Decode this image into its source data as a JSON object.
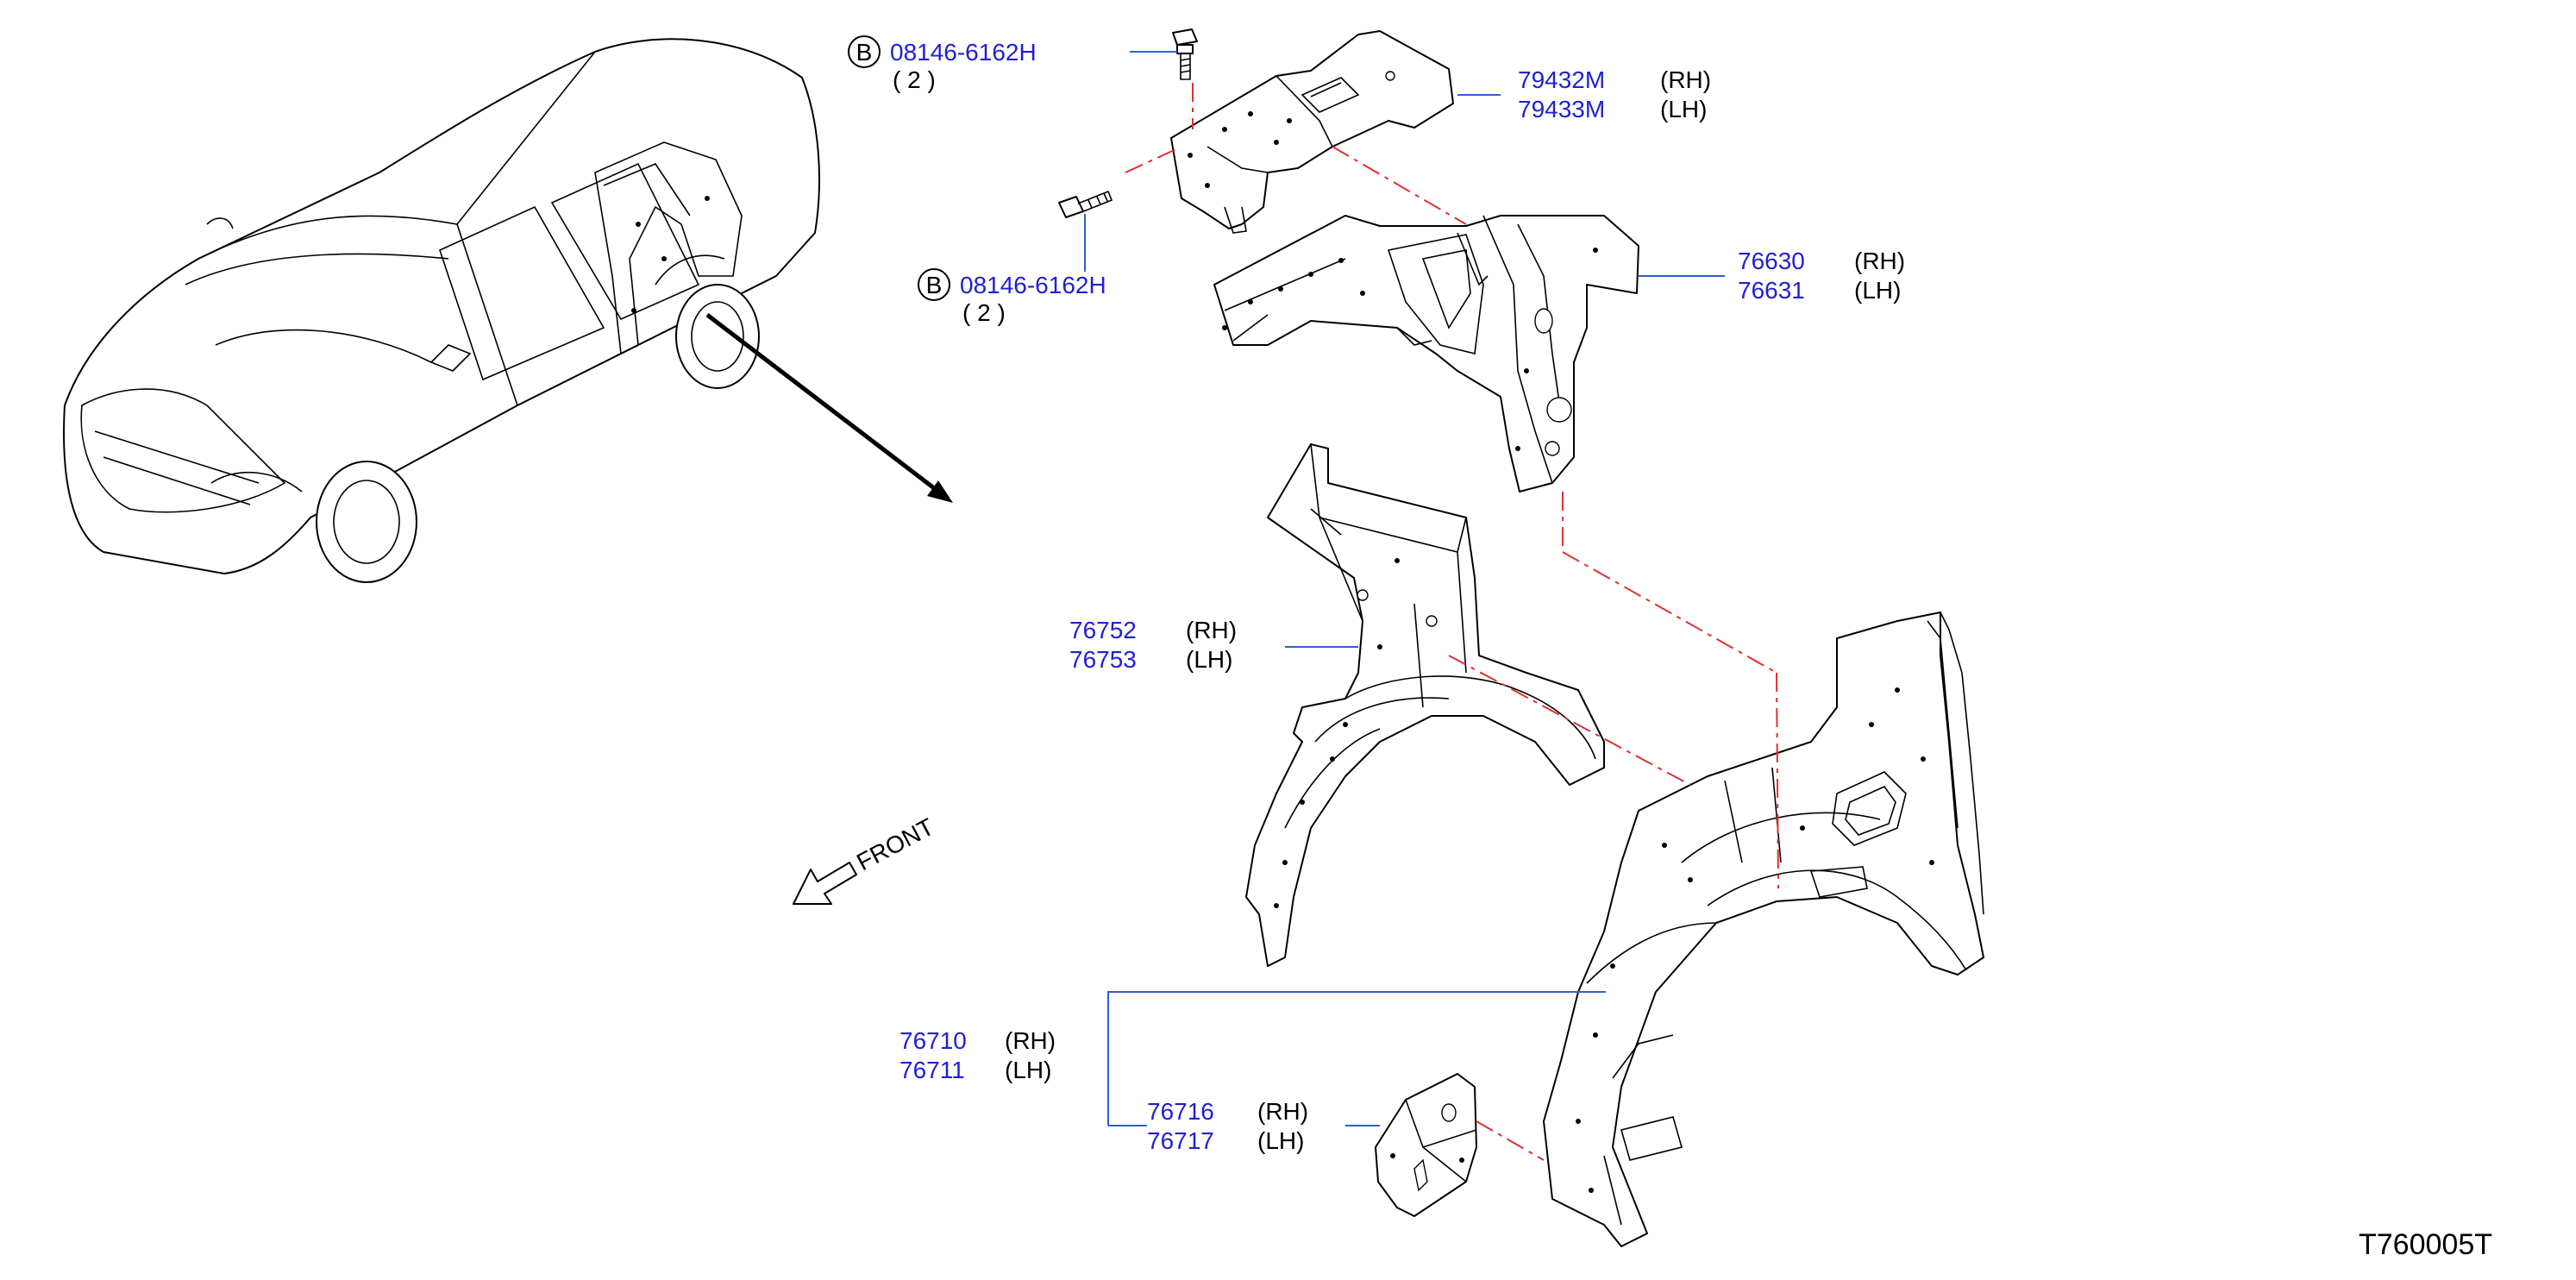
{
  "colors": {
    "part_number": "#1f1fd6",
    "leader_line": "#2f5fd0",
    "alignment_line": "#e03030",
    "outline": "#000000"
  },
  "callouts": [
    {
      "id": "bolt-top",
      "badge": "B",
      "part": "08146-6162H",
      "qty": "( 2 )"
    },
    {
      "id": "bolt-mid",
      "badge": "B",
      "part": "08146-6162H",
      "qty": "( 2 )"
    },
    {
      "id": "bracket",
      "rh": "79432M",
      "rh_side": "(RH)",
      "lh": "79433M",
      "lh_side": "(LH)"
    },
    {
      "id": "pillar",
      "rh": "76630",
      "rh_side": "(RH)",
      "lh": "76631",
      "lh_side": "(LH)"
    },
    {
      "id": "inner-house",
      "rh": "76752",
      "rh_side": "(RH)",
      "lh": "76753",
      "lh_side": "(LH)"
    },
    {
      "id": "outer-house",
      "rh": "76710",
      "rh_side": "(RH)",
      "lh": "76711",
      "lh_side": "(LH)"
    },
    {
      "id": "extension",
      "rh": "76716",
      "rh_side": "(RH)",
      "lh": "76717",
      "lh_side": "(LH)"
    }
  ],
  "front_label": "FRONT",
  "diagram_code": "T760005T"
}
